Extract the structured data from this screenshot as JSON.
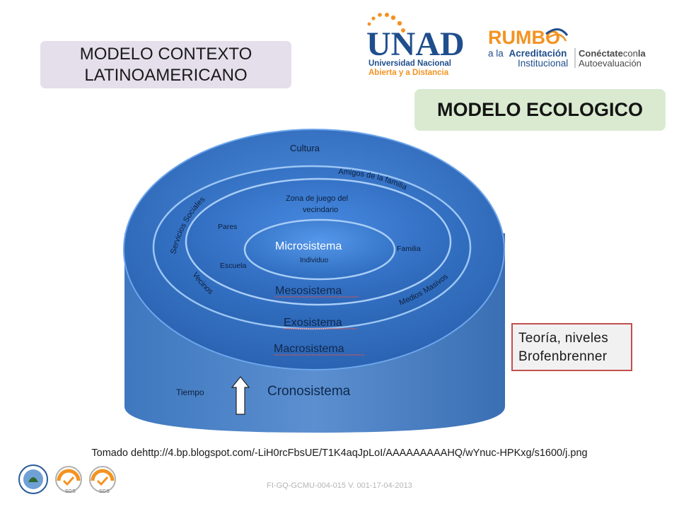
{
  "header": {
    "title_line1": "MODELO CONTEXTO",
    "title_line2": "LATINOAMERICANO",
    "model_title": "MODELO ECOLOGICO"
  },
  "logos": {
    "unad_brand": "UNAD",
    "unad_line1": "Universidad Nacional",
    "unad_line2": "Abierta y a Distancia",
    "rumbo_brand": "RUMBO",
    "rumbo_line1_a": "a la",
    "rumbo_line1_b": "Acreditación",
    "rumbo_line2": "Institucional",
    "conectate_a": "Conéctate",
    "conectate_b": "con",
    "conectate_c": "la",
    "conectate_line2": "Autoevaluación"
  },
  "diagram": {
    "cultura": "Cultura",
    "amigos": "Amigos de la familia",
    "servicios": "Servicios Sociales",
    "vecinos": "Vecinos",
    "medios": "Medios Masivos",
    "zona_1": "Zona de juego del",
    "zona_2": "vecindario",
    "pares": "Pares",
    "familia": "Familia",
    "escuela": "Escuela",
    "microsistema": "Microsistema",
    "individuo": "Individuo",
    "mesosistema": "Mesosistema",
    "exosistema": "Exosistema",
    "macrosistema": "Macrosistema",
    "tiempo": "Tiempo",
    "cronosistema": "Cronosistema"
  },
  "theory": {
    "line1": "Teoría, niveles",
    "line2": "Brofenbrenner"
  },
  "source": "Tomado dehttp://4.bp.blogspot.com/-LiH0rcFbsUE/T1K4aqJpLoI/AAAAAAAAAHQ/wYnuc-HPKxg/s1600/j.png",
  "footer": "FI-GQ-GCMU-004-015  V. 001-17-04-2013",
  "colors": {
    "ring_blue": "#2f6fc0",
    "dark_blue": "#1d4f93",
    "spell_underline": "#d9534f",
    "unad_blue": "#1f4e8c",
    "unad_orange": "#f39322",
    "title_bg": "#e4dfeb",
    "model_bg": "#d9ead0"
  }
}
